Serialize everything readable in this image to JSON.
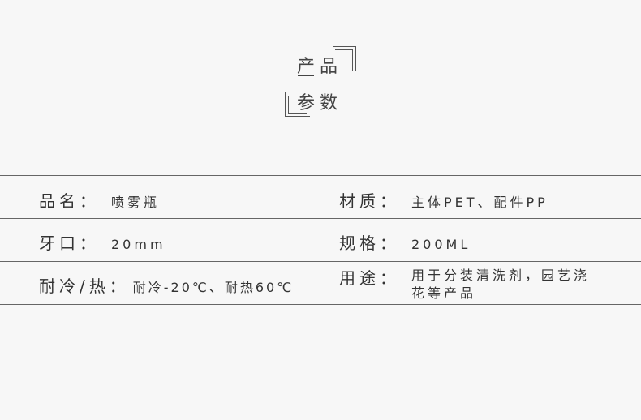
{
  "header": {
    "title_line1": "产品",
    "title_line2": "参数"
  },
  "params": [
    {
      "label": "品名：",
      "value": "喷雾瓶"
    },
    {
      "label": "材质：",
      "value": "主体PET、配件PP"
    },
    {
      "label": "牙口：",
      "value": "20mm"
    },
    {
      "label": "规格：",
      "value": "200ML"
    },
    {
      "label": "耐冷/热：",
      "value": "耐冷-20℃、耐热60℃"
    },
    {
      "label": "用途：",
      "value": "用于分装清洗剂，园艺浇花等产品"
    }
  ]
}
